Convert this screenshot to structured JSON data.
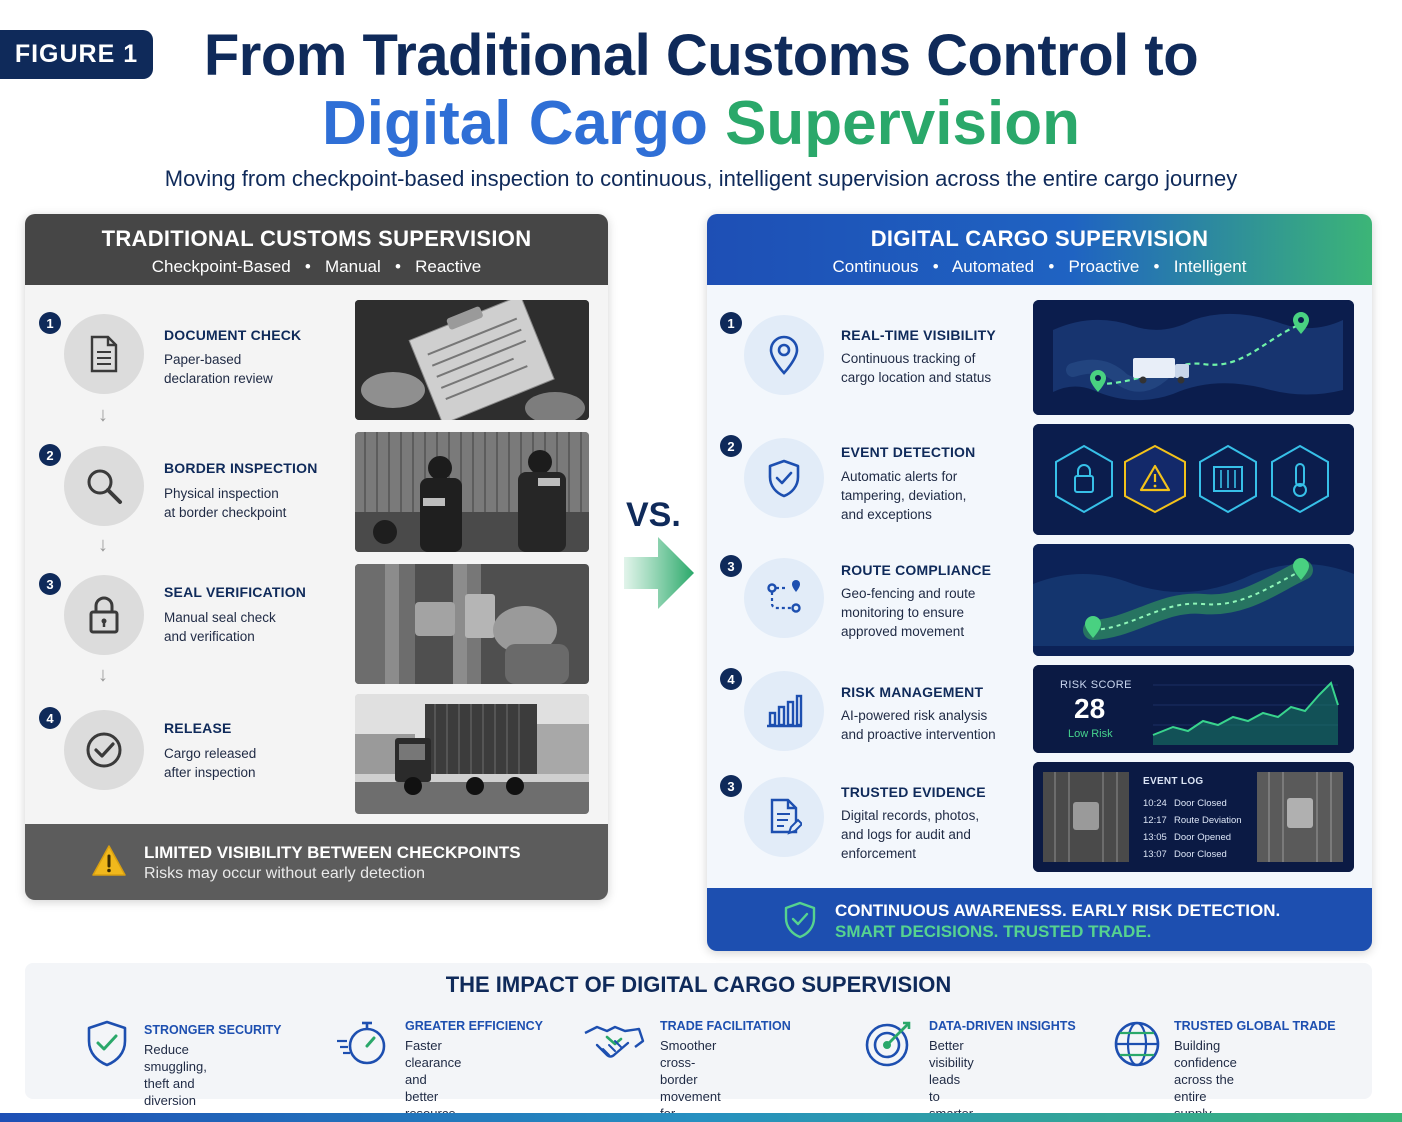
{
  "figure_label": "FIGURE 1",
  "title": {
    "line1": "From Traditional Customs Control to",
    "line2_blue": "Digital Cargo",
    "line2_green": "Supervision"
  },
  "subtitle": "Moving from checkpoint-based inspection to continuous, intelligent supervision across the entire cargo journey",
  "colors": {
    "navy": "#0f2a5a",
    "blue": "#2f6fd6",
    "green": "#2aa86a",
    "left_header": "#464646",
    "right_footer": "#1d4fb0"
  },
  "traditional": {
    "header_title": "TRADITIONAL CUSTOMS SUPERVISION",
    "header_tags": [
      "Checkpoint-Based",
      "Manual",
      "Reactive"
    ],
    "steps": [
      {
        "num": "1",
        "title": "DOCUMENT CHECK",
        "desc": "Paper-based\ndeclaration review",
        "icon": "document-icon"
      },
      {
        "num": "2",
        "title": "BORDER INSPECTION",
        "desc": "Physical inspection\nat border checkpoint",
        "icon": "magnifier-icon"
      },
      {
        "num": "3",
        "title": "SEAL VERIFICATION",
        "desc": "Manual seal check\nand verification",
        "icon": "padlock-icon"
      },
      {
        "num": "4",
        "title": "RELEASE",
        "desc": "Cargo released\nafter inspection",
        "icon": "checkmark-icon"
      }
    ],
    "footer_title": "LIMITED VISIBILITY BETWEEN CHECKPOINTS",
    "footer_desc": "Risks may occur without early detection",
    "footer_icon": "warning-icon"
  },
  "vs_label": "VS.",
  "digital": {
    "header_title": "DIGITAL CARGO SUPERVISION",
    "header_tags": [
      "Continuous",
      "Automated",
      "Proactive",
      "Intelligent"
    ],
    "steps": [
      {
        "num": "1",
        "title": "REAL-TIME VISIBILITY",
        "desc": "Continuous tracking of\ncargo location and status",
        "icon": "location-pin-icon"
      },
      {
        "num": "2",
        "title": "EVENT DETECTION",
        "desc": "Automatic alerts for\ntampering, deviation,\nand exceptions",
        "icon": "shield-check-icon"
      },
      {
        "num": "3",
        "title": "ROUTE COMPLIANCE",
        "desc": "Geo-fencing and route\nmonitoring to ensure\napproved movement",
        "icon": "route-icon"
      },
      {
        "num": "4",
        "title": "RISK MANAGEMENT",
        "desc": "AI-powered risk analysis\nand proactive intervention",
        "icon": "bar-chart-icon"
      },
      {
        "num": "3",
        "title": "TRUSTED EVIDENCE",
        "desc": "Digital records, photos,\nand logs for audit and\nenforcement",
        "icon": "document-edit-icon"
      }
    ],
    "risk": {
      "label": "RISK SCORE",
      "value": "28",
      "level": "Low Risk"
    },
    "event_log": {
      "title": "EVENT LOG",
      "entries": [
        {
          "time": "10:24",
          "event": "Door Closed"
        },
        {
          "time": "12:17",
          "event": "Route Deviation"
        },
        {
          "time": "13:05",
          "event": "Door Opened"
        },
        {
          "time": "13:07",
          "event": "Door Closed"
        }
      ]
    },
    "footer_line1": "CONTINUOUS AWARENESS. EARLY RISK DETECTION.",
    "footer_line2": "SMART DECISIONS. TRUSTED TRADE."
  },
  "impact": {
    "title": "THE IMPACT OF DIGITAL CARGO SUPERVISION",
    "items": [
      {
        "title": "STRONGER SECURITY",
        "desc": "Reduce smuggling,\ntheft and diversion",
        "icon": "shield-icon"
      },
      {
        "title": "GREATER EFFICIENCY",
        "desc": "Faster clearance and\nbetter resource\nallocation",
        "icon": "stopwatch-icon"
      },
      {
        "title": "TRADE FACILITATION",
        "desc": "Smoother cross-border\nmovement for legitimate\ntrade",
        "icon": "handshake-icon"
      },
      {
        "title": "DATA-DRIVEN INSIGHTS",
        "desc": "Better visibility leads\nto smarter policies\nand decisions",
        "icon": "target-icon"
      },
      {
        "title": "TRUSTED GLOBAL TRADE",
        "desc": "Building confidence\nacross the entire\nsupply chain",
        "icon": "globe-icon"
      }
    ]
  }
}
